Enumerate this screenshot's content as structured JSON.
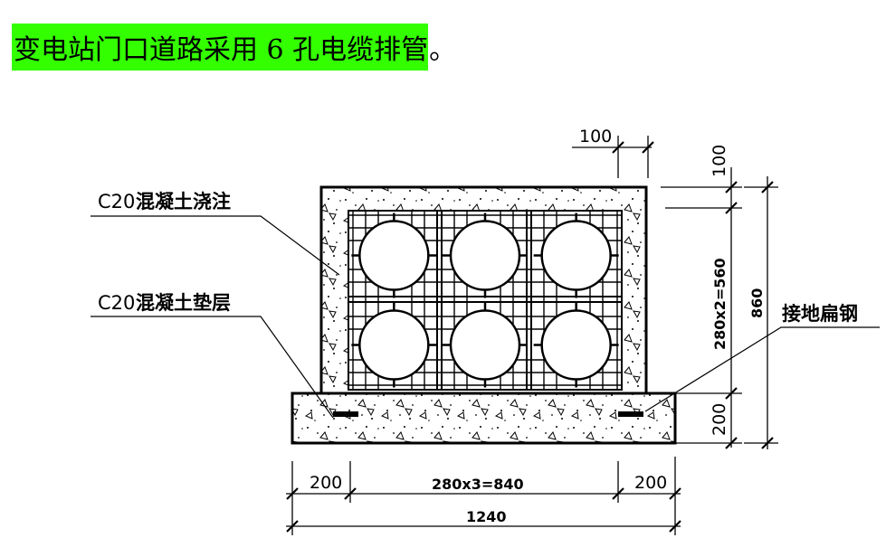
{
  "caption": {
    "highlighted": "变电站门口道路采用 6 孔电缆排管",
    "tail": "。"
  },
  "colors": {
    "highlight": "#33ff00",
    "line": "#000000",
    "background": "#ffffff"
  },
  "labels": {
    "pour_prefix": "C20",
    "pour_text": "混凝土浇注",
    "cushion_prefix": "C20",
    "cushion_text": "混凝土垫层",
    "ground_text": "接地扁钢"
  },
  "dimensions": {
    "top_cover": "100",
    "right_cover": "100",
    "pipe_rows": "280x2=560",
    "total_height": "860",
    "cushion_height": "200",
    "left_edge": "200",
    "pipe_cols": "280x3=840",
    "right_edge": "200",
    "total_width": "1240"
  },
  "pipes": {
    "rows": 2,
    "cols": 3
  }
}
